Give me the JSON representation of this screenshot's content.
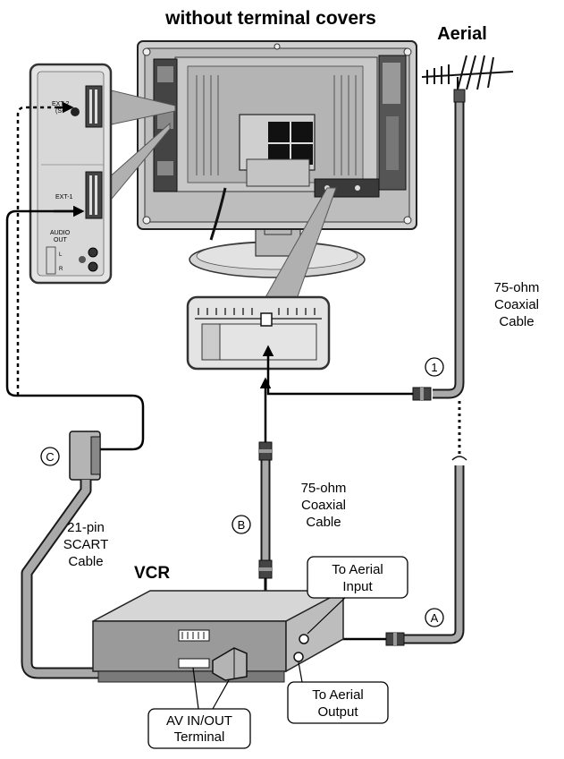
{
  "header": {
    "title": "without terminal covers"
  },
  "aerial": {
    "label": "Aerial"
  },
  "panel": {
    "ext2": "EXT-2",
    "ext2_s": "(S-",
    "ext1": "EXT-1",
    "audio_line1": "AUDIO",
    "audio_line2": "OUT",
    "audio_l": "L",
    "audio_r": "R"
  },
  "coax_right": {
    "line1": "75-ohm",
    "line2": "Coaxial",
    "line3": "Cable"
  },
  "coax_mid": {
    "line1": "75-ohm",
    "line2": "Coaxial",
    "line3": "Cable"
  },
  "scart": {
    "line1": "21-pin",
    "line2": "SCART",
    "line3": "Cable"
  },
  "vcr": {
    "label": "VCR"
  },
  "markers": {
    "one": "1",
    "a": "A",
    "b": "B",
    "c": "C"
  },
  "callouts": {
    "aerial_input_1": "To Aerial",
    "aerial_input_2": "Input",
    "aerial_output_1": "To Aerial",
    "aerial_output_2": "Output",
    "av_1": "AV IN/OUT",
    "av_2": "Terminal"
  },
  "colors": {
    "cable_fill": "#a9a9a9",
    "cable_edge": "#1a1a1a",
    "tv_body": "#cfcfcf",
    "tv_dark": "#4a4a4a",
    "vcr_top": "#d6d6d6",
    "vcr_front": "#9a9a9a",
    "panel_bg": "#e4e4e4"
  }
}
